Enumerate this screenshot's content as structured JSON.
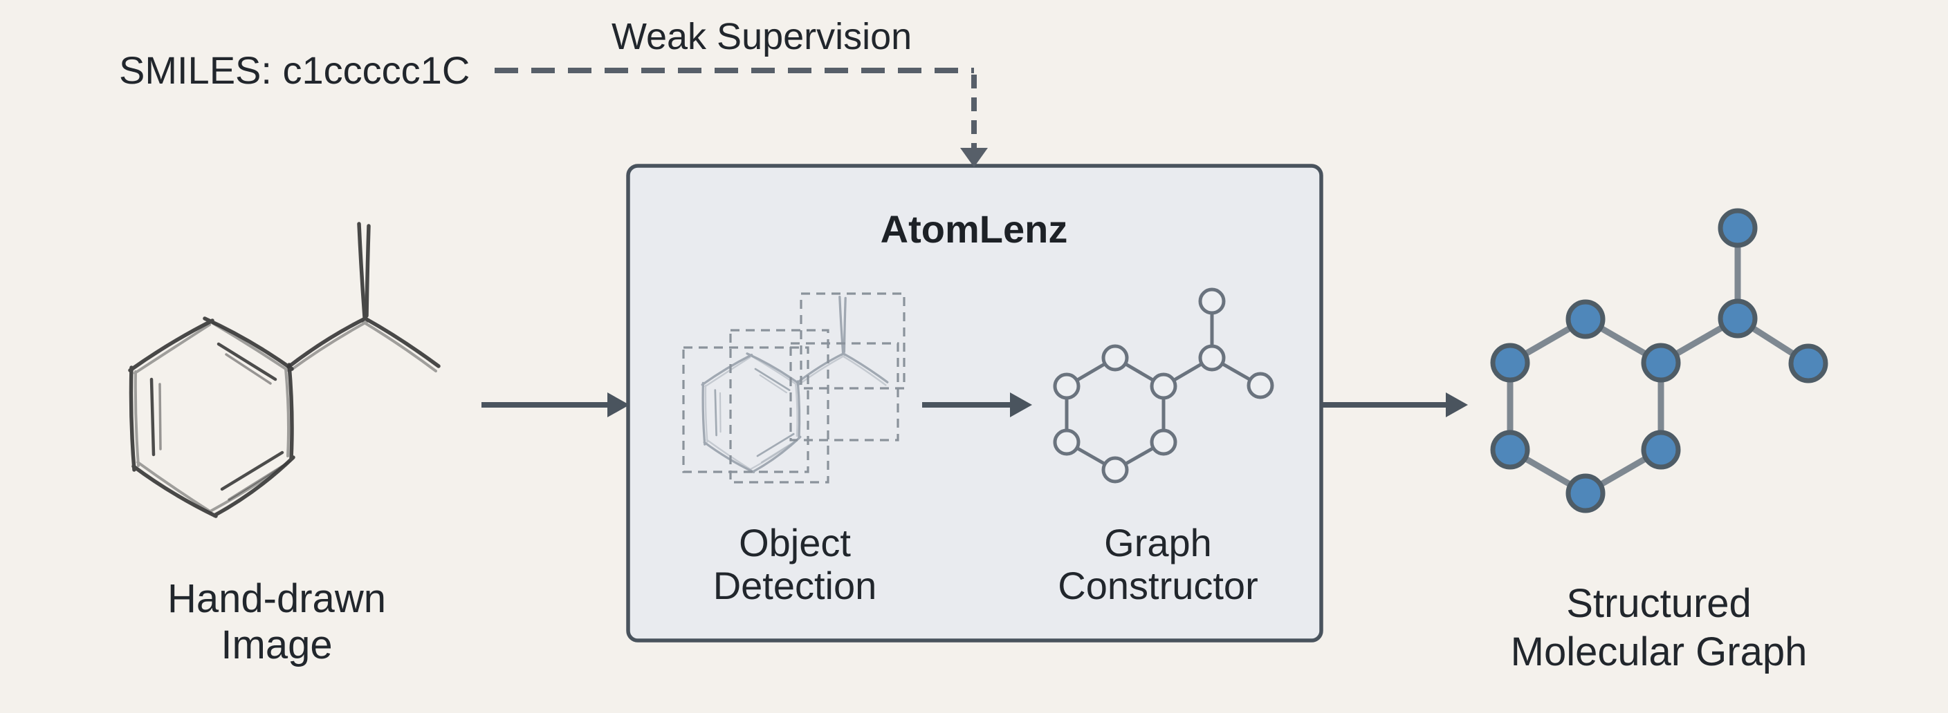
{
  "annotation": {
    "smiles_label": "SMILES: c1ccccc1C",
    "supervision_label": "Weak Supervision"
  },
  "pipeline": {
    "input_caption": {
      "line1": "Hand-drawn",
      "line2": "Image"
    },
    "atomlenz": {
      "title": "AtomLenz",
      "stages": [
        {
          "caption_line1": "Object",
          "caption_line2": "Detection"
        },
        {
          "caption_line1": "Graph",
          "caption_line2": "Constructor"
        }
      ]
    },
    "output_caption": {
      "line1": "Structured",
      "line2": "Molecular Graph"
    }
  },
  "colors": {
    "background": "#f4f1ec",
    "text": "#21262c",
    "atomlenz_box_fill": "#e9ebef",
    "atomlenz_box_border": "#49535d",
    "arrow": "#4a545e",
    "supervision_dashes": "#575f69",
    "detection_bounding_box": "#8a929b",
    "sketch_ink": "#3a3a3a",
    "sketch_faded": "#9aa3ad",
    "graph_constructor_stroke": "#6a737e",
    "graph_constructor_node_fill": "#edeff2",
    "structured_node_fill": "#4f87ba",
    "structured_node_border": "#4e5c66",
    "structured_bond": "#7e8891"
  }
}
